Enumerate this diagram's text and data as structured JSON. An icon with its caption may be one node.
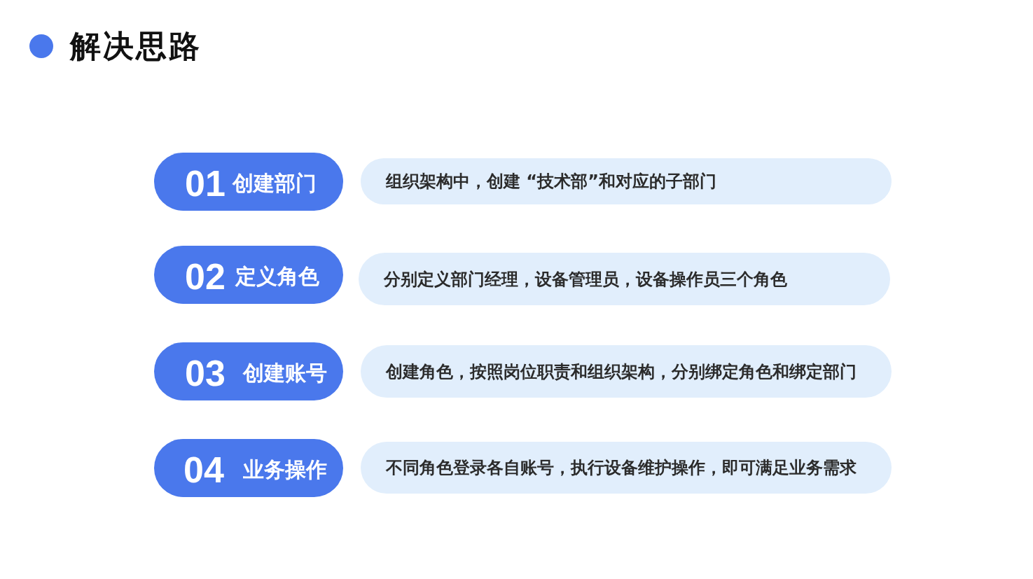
{
  "diagram": {
    "title": "解决思路",
    "nodes": [
      {
        "text": [
          "01",
          "创建部门"
        ]
      },
      {
        "text": [
          "组织架构中，创建 “技术部”和对应的子部门"
        ]
      },
      {
        "text": [
          "02",
          "定义角色"
        ]
      },
      {
        "text": [
          "分别定义部门经理，设备管理员，设备操作员三个角色"
        ]
      },
      {
        "text": [
          "03",
          "创建账号"
        ]
      },
      {
        "text": [
          "创建角色，按照岗位职责和组织架构，分别绑定角色和绑定部门"
        ]
      },
      {
        "text": [
          "04",
          "业务操作"
        ]
      },
      {
        "text": [
          "不同角色登录各自账号，执行设备维护操作，即可满足业务需求"
        ]
      }
    ],
    "edges": []
  }
}
